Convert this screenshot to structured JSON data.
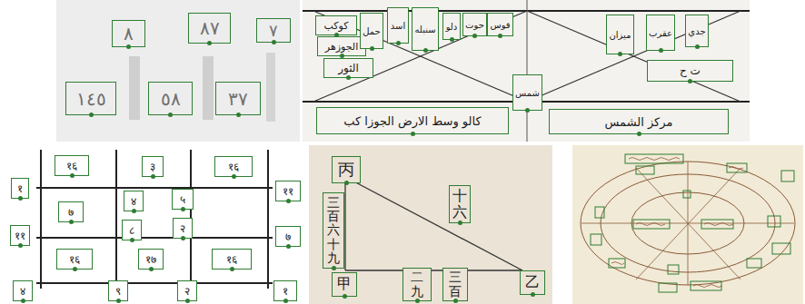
{
  "diagram": {
    "nodes": [
      {
        "text": [
          "٨"
        ]
      },
      {
        "text": [
          "٨٧"
        ]
      },
      {
        "text": [
          "٧"
        ]
      },
      {
        "text": [
          "١٤٥"
        ]
      },
      {
        "text": [
          "٥٨"
        ]
      },
      {
        "text": [
          "٣٧"
        ]
      },
      {
        "text": [
          "كوكب"
        ]
      },
      {
        "text": [
          "الجوزهر"
        ]
      },
      {
        "text": [
          "الثور"
        ]
      },
      {
        "text": [
          "حمل"
        ]
      },
      {
        "text": [
          "اسد"
        ]
      },
      {
        "text": [
          "سنبله"
        ]
      },
      {
        "text": [
          "دلو"
        ]
      },
      {
        "text": [
          "حوت"
        ]
      },
      {
        "text": [
          "قوس"
        ]
      },
      {
        "text": [
          "ميزان"
        ]
      },
      {
        "text": [
          "عقرب"
        ]
      },
      {
        "text": [
          "جدي"
        ]
      },
      {
        "text": [
          "ت ح"
        ]
      },
      {
        "text": [
          "شمس"
        ]
      },
      {
        "text": [
          "كالو وسط الارض الجوزا كب"
        ]
      },
      {
        "text": [
          "مركز الشمس"
        ]
      },
      {
        "text": [
          "१६"
        ]
      },
      {
        "text": [
          "३"
        ]
      },
      {
        "text": [
          "१६"
        ]
      },
      {
        "text": [
          "१"
        ]
      },
      {
        "text": [
          "११"
        ]
      },
      {
        "text": [
          "४"
        ]
      },
      {
        "text": [
          "५"
        ]
      },
      {
        "text": [
          "७"
        ]
      },
      {
        "text": [
          "११"
        ]
      },
      {
        "text": [
          "८"
        ]
      },
      {
        "text": [
          "२"
        ]
      },
      {
        "text": [
          "७"
        ]
      },
      {
        "text": [
          "१६"
        ]
      },
      {
        "text": [
          "१७"
        ]
      },
      {
        "text": [
          "१६"
        ]
      },
      {
        "text": [
          "४"
        ]
      },
      {
        "text": [
          "९"
        ]
      },
      {
        "text": [
          "२"
        ]
      },
      {
        "text": [
          "१"
        ]
      },
      {
        "text": [
          "丙"
        ]
      },
      {
        "text": [
          "十六"
        ]
      },
      {
        "text": [
          "三百六十九"
        ]
      },
      {
        "text": [
          "甲"
        ]
      },
      {
        "text": [
          "二九"
        ]
      },
      {
        "text": [
          "三百"
        ]
      },
      {
        "text": [
          "乙"
        ]
      }
    ]
  }
}
